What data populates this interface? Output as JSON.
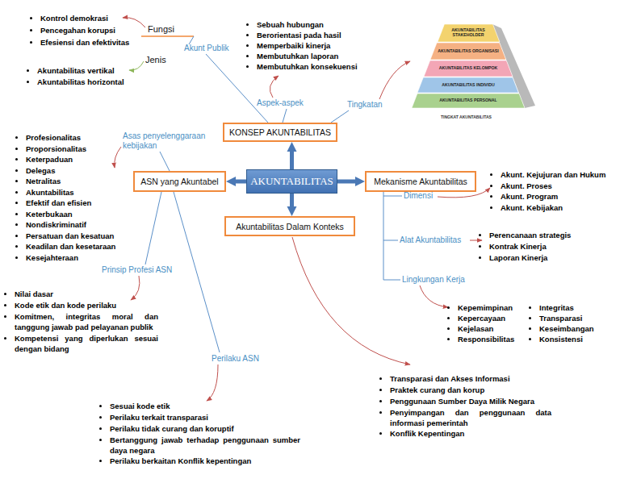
{
  "diagram": {
    "nodes": [
      {
        "text": [
          "KONSEP AKUNTABILITAS"
        ]
      },
      {
        "text": [
          "AKUNTABILITAS STAKEHOLDER"
        ]
      },
      {
        "text": [
          "AKUNTABILITAS ORGANISASI"
        ]
      },
      {
        "text": [
          "AKUNTABILITAS KELOMPOK"
        ]
      },
      {
        "text": [
          "AKUNTABILITAS INDIVIDU"
        ]
      },
      {
        "text": [
          "AKUNTABILITAS PERSONAL"
        ]
      },
      {
        "text": [
          "ASN yang Akuntabel"
        ]
      },
      {
        "text": [
          "AKUNTABILITAS"
        ]
      },
      {
        "text": [
          "Mekanisme Akuntabilitas"
        ]
      },
      {
        "text": [
          "Akuntabilitas Dalam Konteks"
        ]
      }
    ],
    "edges": [
      {
        "from": 7,
        "to": 0,
        "arrow": "to"
      },
      {
        "from": 7,
        "to": 6,
        "arrow": "to"
      },
      {
        "from": 7,
        "to": 8,
        "arrow": "to"
      },
      {
        "from": 7,
        "to": 9,
        "arrow": "to"
      }
    ],
    "labels": [
      "Fungsi",
      "Kontrol demokrasi",
      "Pencegahan korupsi",
      "Efesiensi dan efektivitas",
      "Jenis",
      "Akuntabilitas vertikal",
      "Akuntabilitas horizontal",
      "Akunt Publik",
      "Sebuah hubungan",
      "Berorientasi pada hasil",
      "Memperbaiki kinerja",
      "Membutuhkan laporan",
      "Membutuhkan konsekuensi",
      "Aspek-aspek",
      "Tingkatan",
      "TINGKAT AKUNTABILITAS",
      "Asas penyelenggaraan kebijakan",
      "Profesionalitas",
      "Proporsionalitas",
      "Keterpaduan",
      "Delegas",
      "Netralitas",
      "Akuntabilitas",
      "Efektif dan efisien",
      "Keterbukaan",
      "Nondiskriminatif",
      "Persatuan dan kesatuan",
      "Keadilan dan kesetaraan",
      "Kesejahteraan",
      "Prinsip Profesi ASN",
      "Nilai dasar",
      "Kode etik dan kode perilaku",
      "Komitmen, integritas moral dan tanggung jawab pad pelayanan publik",
      "Kompetensi yang diperlukan sesuai dengan bidang",
      "Perilaku ASN",
      "Sesuai kode etik",
      "Perilaku terkait transparasi",
      "Perilaku tidak curang dan koruptif",
      "Bertanggung jawab terhadap penggunaan sumber daya negara",
      "Perilaku berkaitan Konflik kepentingan",
      "Dimensi",
      "Akunt. Kejujuran dan Hukum",
      "Akunt. Proses",
      "Akunt. Program",
      "Akunt. Kebijakan",
      "Alat Akuntabilitas",
      "Perencanaan strategis",
      "Kontrak Kinerja",
      "Laporan Kinerja",
      "Lingkungan Kerja",
      "Kepemimpinan",
      "Kepercayaan",
      "Kejelasan",
      "Responsibilitas",
      "Integritas",
      "Transparasi",
      "Keseimbangan",
      "Konsistensi",
      "Transparasi dan Akses Informasi",
      "Praktek curang dan korup",
      "Penggunaan Sumber Daya Milik Negara",
      "Penyimpangan dan penggunaan data informasi pemerintah",
      "Konflik Kepentingan"
    ]
  }
}
